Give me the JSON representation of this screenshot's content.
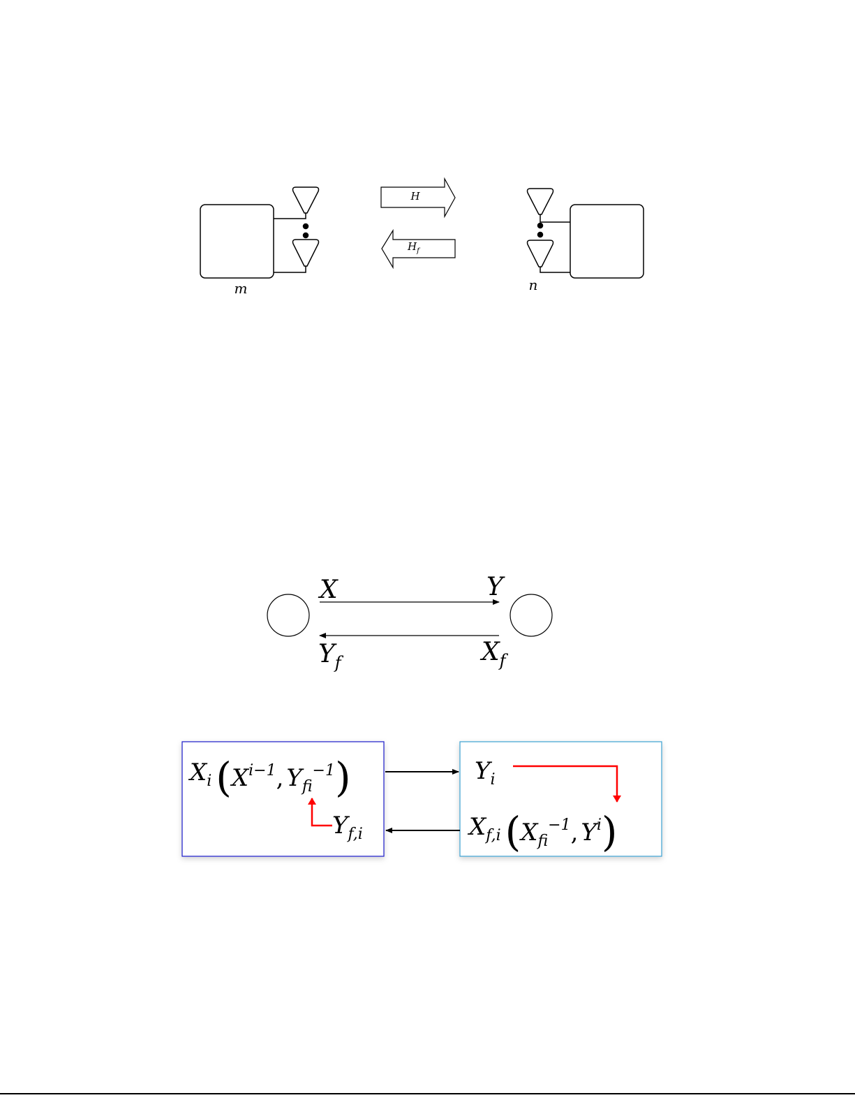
{
  "figure1": {
    "left_label": "m",
    "right_label": "n",
    "forward_channel": {
      "base": "H",
      "sub": ""
    },
    "feedback_channel": {
      "base": "H",
      "sub": "f"
    }
  },
  "figure2": {
    "top_left": "X",
    "top_right": "Y",
    "bottom_left": {
      "base": "Y",
      "sub": "f"
    },
    "bottom_right": {
      "base": "X",
      "sub": "f"
    }
  },
  "figure3": {
    "left_box": {
      "main": {
        "base": "X",
        "sub": "i"
      },
      "arg1": {
        "base": "X",
        "sup": "i−1"
      },
      "comma": ",",
      "arg2": {
        "base": "Y",
        "sup": "i−1",
        "sub": "f"
      },
      "open": "(",
      "close": ")",
      "feedback": {
        "base": "Y",
        "sub": "f,i"
      }
    },
    "right_box": {
      "received": {
        "base": "Y",
        "sub": "i"
      },
      "main": {
        "base": "X",
        "sub": "f,i"
      },
      "arg1": {
        "base": "X",
        "sup": "i−1",
        "sub": "f"
      },
      "comma": ",",
      "arg2": {
        "base": "Y",
        "sup": "i"
      },
      "open": "(",
      "close": ")"
    },
    "colors": {
      "left_border": "#1a1ac8",
      "right_border": "#3aa0d0",
      "feedback_arrow": "#ff0000"
    }
  }
}
